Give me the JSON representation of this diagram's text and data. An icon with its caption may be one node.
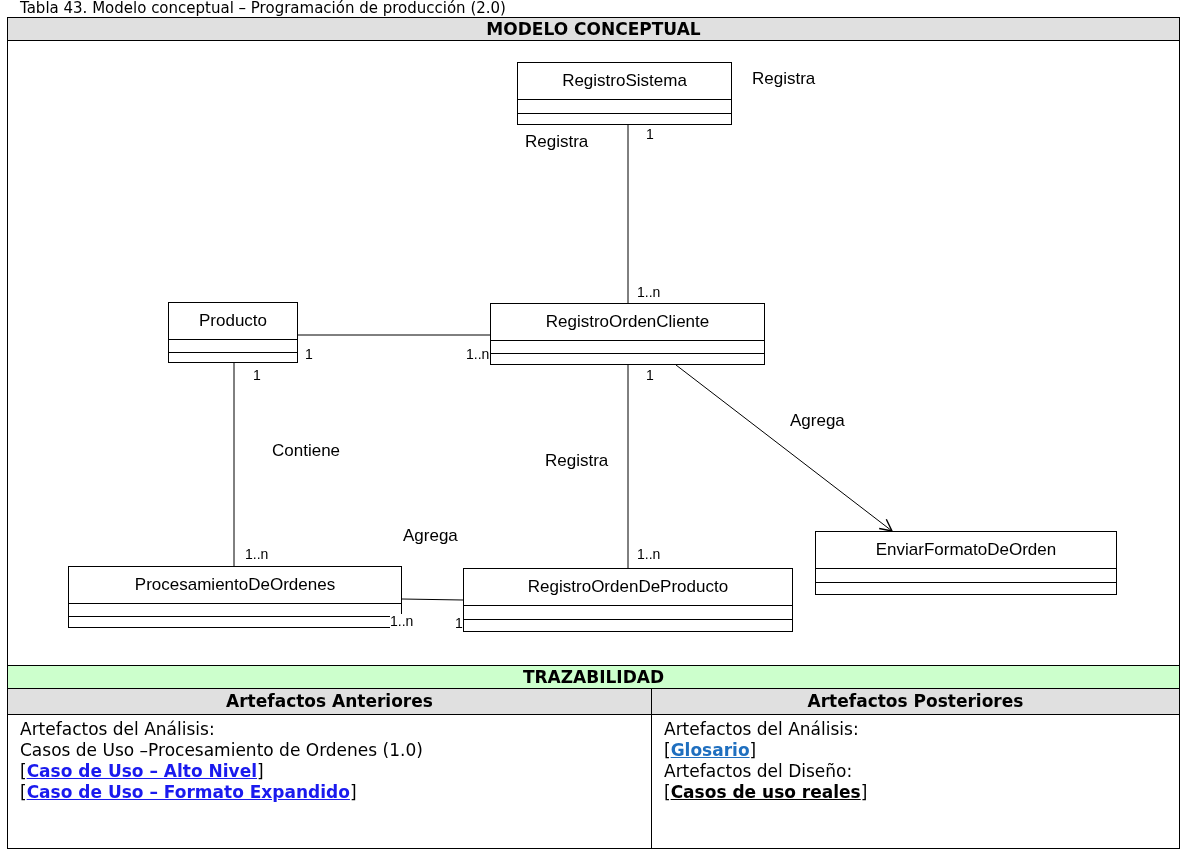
{
  "diagram": {
    "title": "Tabla 43. Modelo conceptual – Programación de producción (2.0)",
    "nodes": [
      {
        "text": [
          "RegistroSistema"
        ]
      },
      {
        "text": [
          "Producto"
        ]
      },
      {
        "text": [
          "RegistroOrdenCliente"
        ]
      },
      {
        "text": [
          "EnviarFormatoDeOrden"
        ]
      },
      {
        "text": [
          "ProcesamientoDeOrdenes"
        ]
      },
      {
        "text": [
          "RegistroOrdenDeProducto"
        ]
      }
    ],
    "edges": [
      {
        "from": 0,
        "to": 2,
        "arrow": "none",
        "label": "Registra"
      },
      {
        "from": 1,
        "to": 2,
        "arrow": "none"
      },
      {
        "from": 2,
        "to": 3,
        "arrow": "to",
        "label": "Agrega"
      },
      {
        "from": 1,
        "to": 4,
        "arrow": "none",
        "label": "Contiene"
      },
      {
        "from": 2,
        "to": 5,
        "arrow": "none",
        "label": "Registra"
      },
      {
        "from": 4,
        "to": 5,
        "arrow": "none",
        "label": "Agrega"
      }
    ],
    "labels": [
      "MODELO CONCEPTUAL",
      "Registra",
      "1",
      "1..n",
      "1",
      "1..n",
      "1",
      "1",
      "1..n",
      "1..n",
      "1..n",
      "1",
      "TRAZABILIDAD",
      "Artefactos Anteriores",
      "Artefactos Posteriores",
      "Artefactos del Análisis:",
      "Casos de Uso –Procesamiento de Ordenes (1.0)",
      "[Caso de Uso – Alto Nivel]",
      "[Caso de Uso – Formato Expandido]",
      "Artefactos del Análisis:",
      "[Glosario]",
      "Artefactos del Diseño:",
      "[Casos de uso reales]"
    ]
  }
}
